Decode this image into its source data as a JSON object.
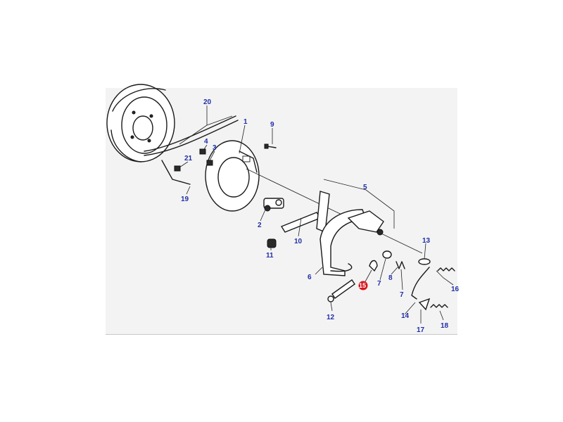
{
  "diagram": {
    "callouts": [
      "20",
      "1",
      "9",
      "4",
      "3",
      "21",
      "19",
      "5",
      "2",
      "10",
      "11",
      "13",
      "6",
      "7",
      "8",
      "7",
      "15",
      "16",
      "14",
      "12",
      "17",
      "18"
    ],
    "highlighted": "15",
    "colors": {
      "callout_text": "#1f2ea8",
      "highlight": "#d8141c",
      "panel": "#f3f3f3",
      "line": "#1a1a1a"
    }
  }
}
